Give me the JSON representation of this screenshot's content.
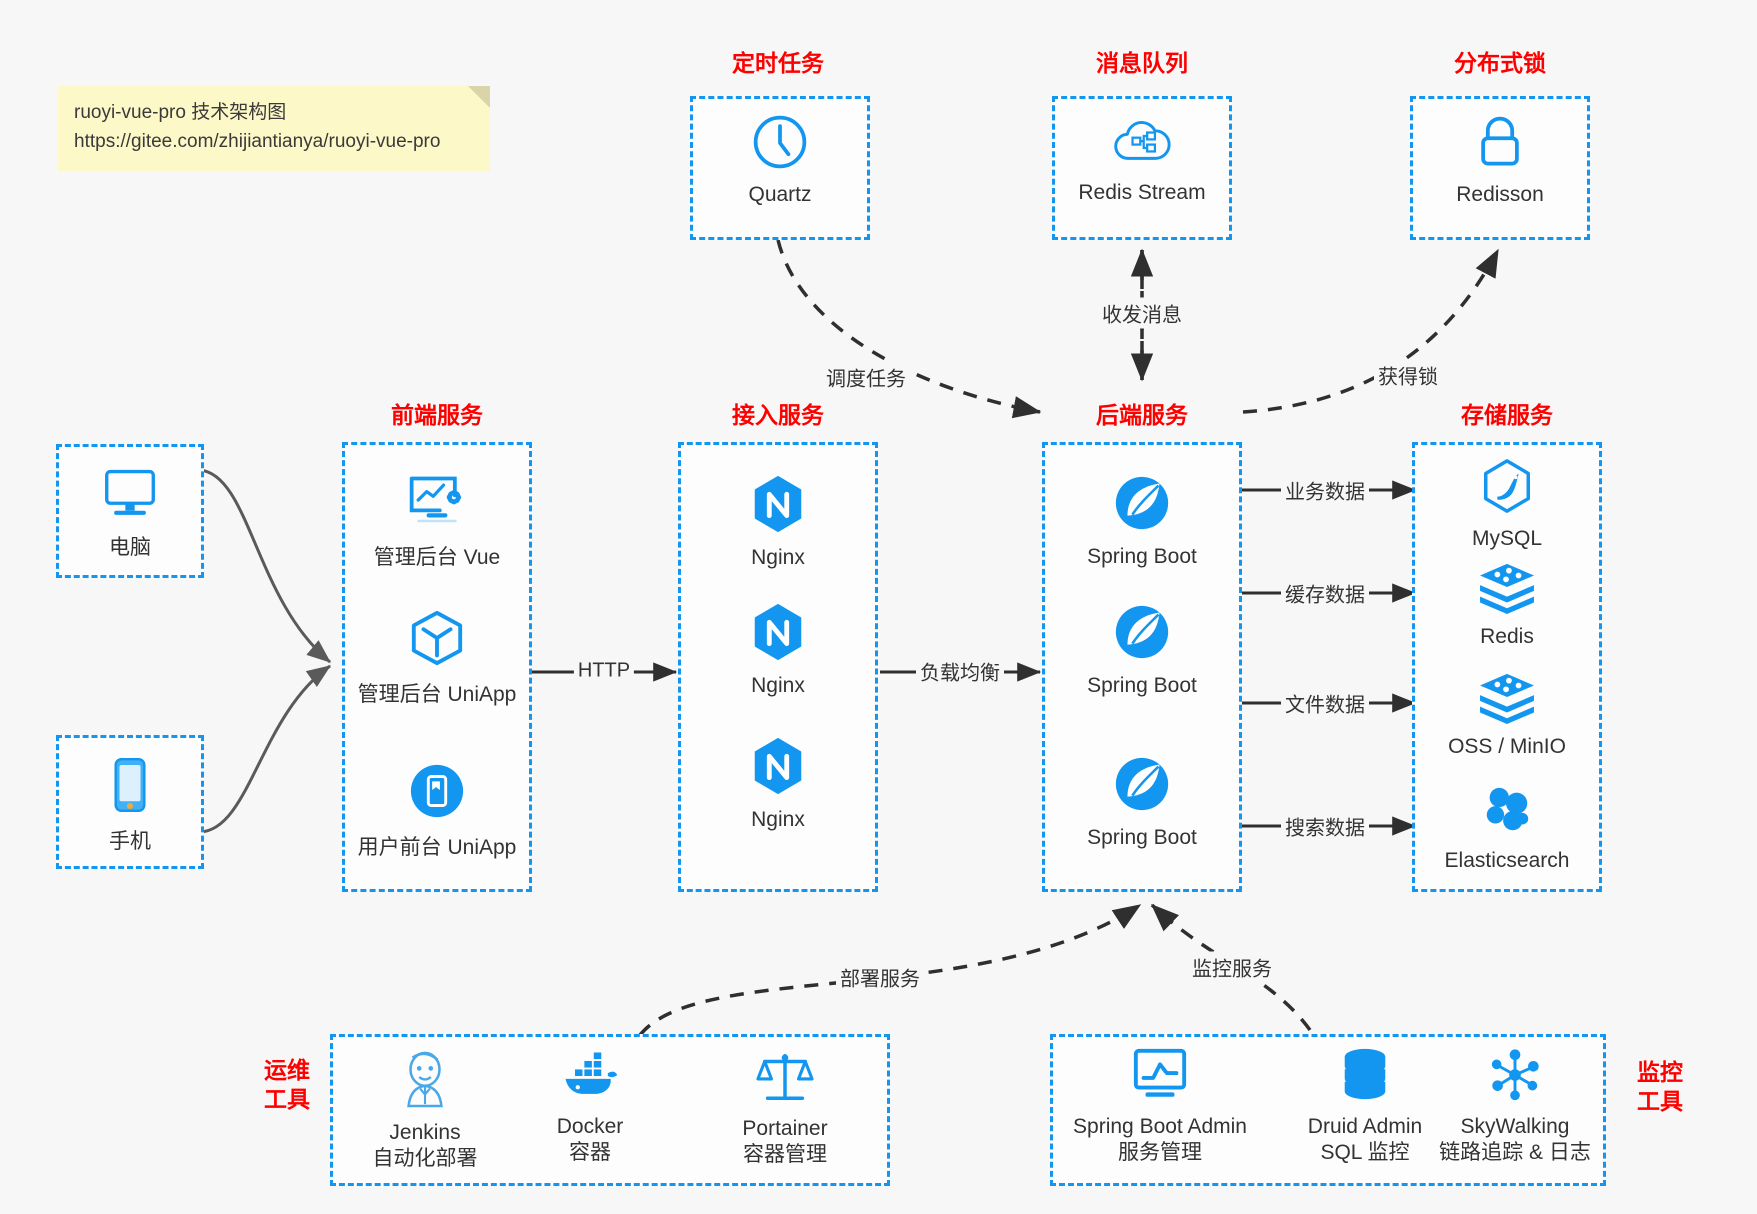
{
  "note": {
    "line1": "ruoyi-vue-pro 技术架构图",
    "line2": "https://gitee.com/zhijiantianya/ruoyi-vue-pro"
  },
  "colors": {
    "accent": "#1296f0",
    "title": "#ff0000",
    "background": "#f7f7f7",
    "note_bg": "#fcf8c8",
    "arrow": "#333333",
    "dashed_arrow": "#2b2b2b"
  },
  "groups": {
    "scheduled_task": {
      "title": "定时任务"
    },
    "message_queue": {
      "title": "消息队列"
    },
    "distributed_lock": {
      "title": "分布式锁"
    },
    "frontend": {
      "title": "前端服务"
    },
    "gateway": {
      "title": "接入服务"
    },
    "backend": {
      "title": "后端服务"
    },
    "storage": {
      "title": "存储服务"
    },
    "devops": {
      "title": "运维\n工具",
      "title_l1": "运维",
      "title_l2": "工具"
    },
    "monitor": {
      "title": "监控\n工具",
      "title_l1": "监控",
      "title_l2": "工具"
    }
  },
  "nodes": {
    "quartz": {
      "label": "Quartz",
      "icon": "clock-icon"
    },
    "redis_stream": {
      "label": "Redis Stream",
      "icon": "cloud-network-icon"
    },
    "redisson": {
      "label": "Redisson",
      "icon": "lock-icon"
    },
    "pc": {
      "label": "电脑",
      "icon": "desktop-icon"
    },
    "mobile": {
      "label": "手机",
      "icon": "smartphone-icon"
    },
    "admin_vue": {
      "label": "管理后台 Vue",
      "icon": "dashboard-screen-icon"
    },
    "admin_uniapp": {
      "label": "管理后台 UniApp",
      "icon": "cube-icon"
    },
    "user_uniapp": {
      "label": "用户前台 UniApp",
      "icon": "mobile-app-icon"
    },
    "nginx1": {
      "label": "Nginx",
      "icon": "nginx-icon"
    },
    "nginx2": {
      "label": "Nginx",
      "icon": "nginx-icon"
    },
    "nginx3": {
      "label": "Nginx",
      "icon": "nginx-icon"
    },
    "springboot1": {
      "label": "Spring Boot",
      "icon": "spring-leaf-icon"
    },
    "springboot2": {
      "label": "Spring Boot",
      "icon": "spring-leaf-icon"
    },
    "springboot3": {
      "label": "Spring Boot",
      "icon": "spring-leaf-icon"
    },
    "mysql": {
      "label": "MySQL",
      "icon": "mysql-dolphin-icon"
    },
    "redis": {
      "label": "Redis",
      "icon": "redis-stack-icon"
    },
    "oss": {
      "label": "OSS / MinIO",
      "icon": "redis-stack-icon"
    },
    "elasticsearch": {
      "label": "Elasticsearch",
      "icon": "elasticsearch-icon"
    },
    "jenkins": {
      "label": "Jenkins",
      "sub": "自动化部署",
      "icon": "jenkins-butler-icon"
    },
    "docker": {
      "label": "Docker",
      "sub": "容器",
      "icon": "docker-whale-icon"
    },
    "portainer": {
      "label": "Portainer",
      "sub": "容器管理",
      "icon": "scales-icon"
    },
    "sba": {
      "label": "Spring Boot Admin",
      "sub": "服务管理",
      "icon": "monitor-chart-icon"
    },
    "druid": {
      "label": "Druid Admin",
      "sub": "SQL 监控",
      "icon": "database-icon"
    },
    "skywalking": {
      "label": "SkyWalking",
      "sub": "链路追踪 & 日志",
      "icon": "skywalking-node-icon"
    }
  },
  "edges": {
    "schedule_task": "调度任务",
    "send_receive_message": "收发消息",
    "acquire_lock": "获得锁",
    "http": "HTTP",
    "load_balance": "负载均衡",
    "business_data": "业务数据",
    "cache_data": "缓存数据",
    "file_data": "文件数据",
    "search_data": "搜索数据",
    "deploy_service": "部署服务",
    "monitor_service": "监控服务"
  }
}
